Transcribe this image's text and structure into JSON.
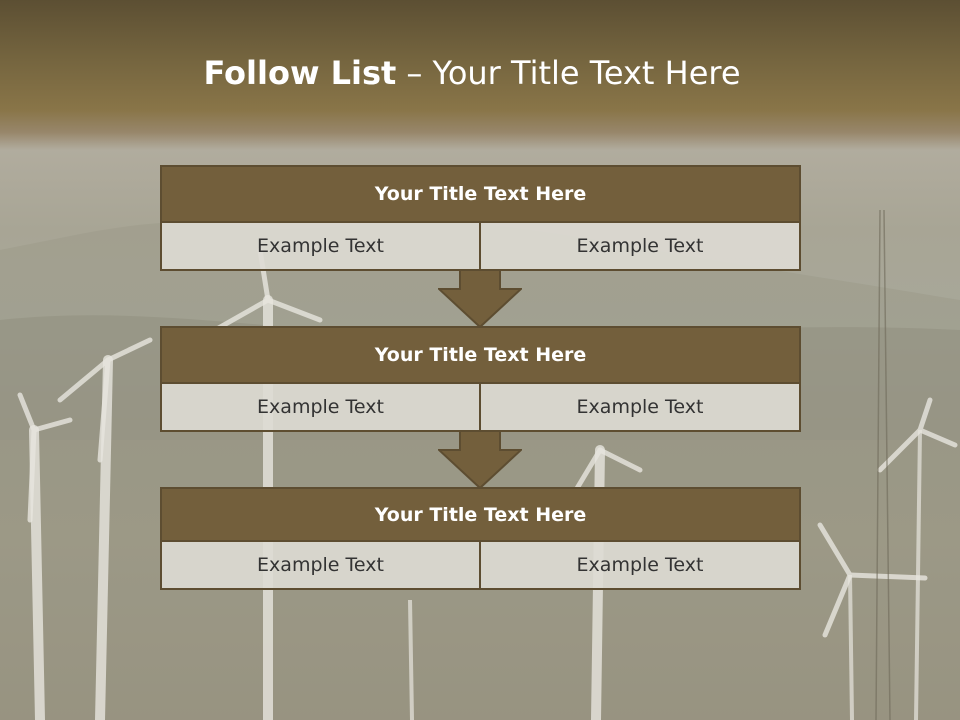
{
  "slide": {
    "title_bold": "Follow List",
    "title_rest": "– Your Title Text Here",
    "colors": {
      "header_band": "#75653f",
      "box_header": "#735f3c",
      "box_border": "#5d4d31",
      "cell_bg": "#dedbd4"
    }
  },
  "boxes": [
    {
      "title": "Your Title Text Here",
      "left_text": "Example Text",
      "right_text": "Example Text"
    },
    {
      "title": "Your Title Text Here",
      "left_text": "Example Text",
      "right_text": "Example Text"
    },
    {
      "title": "Your Title Text Here",
      "left_text": "Example Text",
      "right_text": "Example Text"
    }
  ],
  "connectors": [
    "arrow-down-icon",
    "arrow-down-icon"
  ]
}
